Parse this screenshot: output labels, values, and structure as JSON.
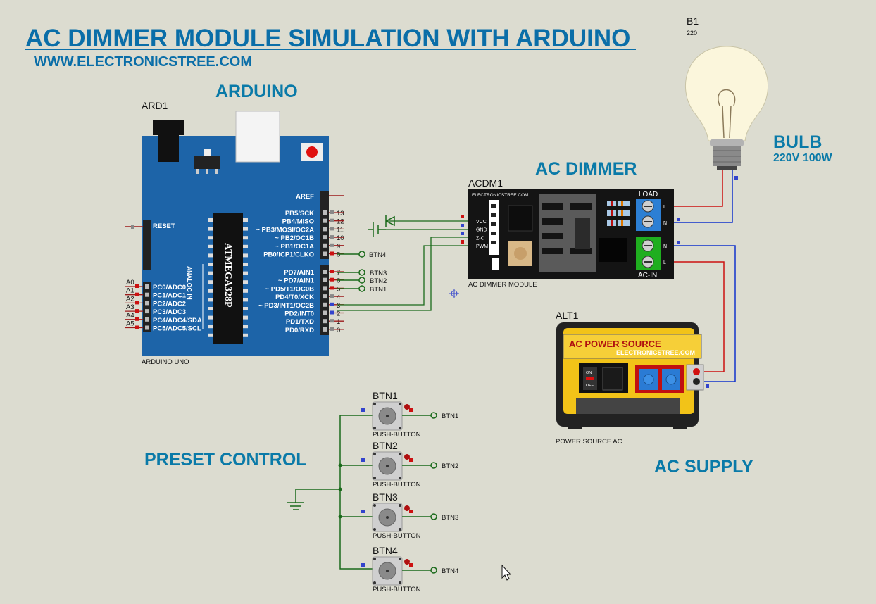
{
  "header": {
    "title": "AC DIMMER MODULE  SIMULATION WITH ARDUINO",
    "website": "WWW.ELECTRONICSTREE.COM"
  },
  "sections": {
    "arduino": "ARDUINO",
    "ac_dimmer": "AC DIMMER",
    "bulb": "BULB",
    "bulb_rating": "220V  100W",
    "preset_control": "PRESET CONTROL",
    "ac_supply": "AC SUPPLY"
  },
  "arduino": {
    "ref": "ARD1",
    "name": "ARDUINO UNO",
    "chip": "ATMEGA328P",
    "analog_title": "ANALOG IN",
    "reset": "RESET",
    "aref": "AREF",
    "right_pins_top": [
      {
        "label": "PB5/SCK",
        "num": "13"
      },
      {
        "label": "PB4/MISO",
        "num": "12"
      },
      {
        "label": "~ PB3/MOSI/OC2A",
        "num": "11"
      },
      {
        "label": "~ PB2/OC1B",
        "num": "10"
      },
      {
        "label": "~ PB1/OC1A",
        "num": "9"
      },
      {
        "label": "PB0/ICP1/CLKO",
        "num": "8"
      }
    ],
    "right_pins_bottom": [
      {
        "label": "PD7/AIN1",
        "num": "7"
      },
      {
        "label": "~ PD7/AIN1",
        "num": "6"
      },
      {
        "label": "~ PD5/T1/OC0B",
        "num": "5"
      },
      {
        "label": "PD4/T0/XCK",
        "num": "4"
      },
      {
        "label": "~ PD3/INT1/OC2B",
        "num": "3"
      },
      {
        "label": "PD2/INT0",
        "num": "2"
      },
      {
        "label": "PD1/TXD",
        "num": "1"
      },
      {
        "label": "PD0/RXD",
        "num": "0"
      }
    ],
    "left_pins": [
      {
        "label": "PC0/ADC0",
        "num": "A0"
      },
      {
        "label": "PC1/ADC1",
        "num": "A1"
      },
      {
        "label": "PC2/ADC2",
        "num": "A2"
      },
      {
        "label": "PC3/ADC3",
        "num": "A3"
      },
      {
        "label": "PC4/ADC4/SDA",
        "num": "A4"
      },
      {
        "label": "PC5/ADC5/SCL",
        "num": "A5"
      }
    ]
  },
  "net_labels": {
    "btn1": "BTN1",
    "btn2": "BTN2",
    "btn3": "BTN3",
    "btn4": "BTN4"
  },
  "dimmer": {
    "ref": "ACDM1",
    "name": "AC DIMMER MODULE",
    "brand": "ELECTRONICSTREE.COM",
    "pins": [
      "VCC",
      "GND",
      "Z-C",
      "PWM"
    ],
    "load": "LOAD",
    "ac_in": "AC-IN",
    "l": "L",
    "n": "N"
  },
  "bulb_part": {
    "ref": "B1",
    "value": "220"
  },
  "power_source": {
    "ref": "ALT1",
    "name": "POWER SOURCE AC",
    "title": "AC POWER  SOURCE",
    "brand": "ELECTRONICSTREE.COM",
    "on": "ON",
    "off": "OFF"
  },
  "buttons": [
    {
      "ref": "BTN1",
      "type": "PUSH-BUTTON",
      "net": "BTN1"
    },
    {
      "ref": "BTN2",
      "type": "PUSH-BUTTON",
      "net": "BTN2"
    },
    {
      "ref": "BTN3",
      "type": "PUSH-BUTTON",
      "net": "BTN3"
    },
    {
      "ref": "BTN4",
      "type": "PUSH-BUTTON",
      "net": "BTN4"
    }
  ],
  "colors": {
    "background": "#dcdcd0",
    "arduino_board": "#1d64a8",
    "title_blue": "#0a6ea8",
    "wire_red": "#cc1111",
    "wire_blue": "#1133cc",
    "wire_green": "#1a6a1a",
    "generator_yellow": "#f2c318"
  }
}
